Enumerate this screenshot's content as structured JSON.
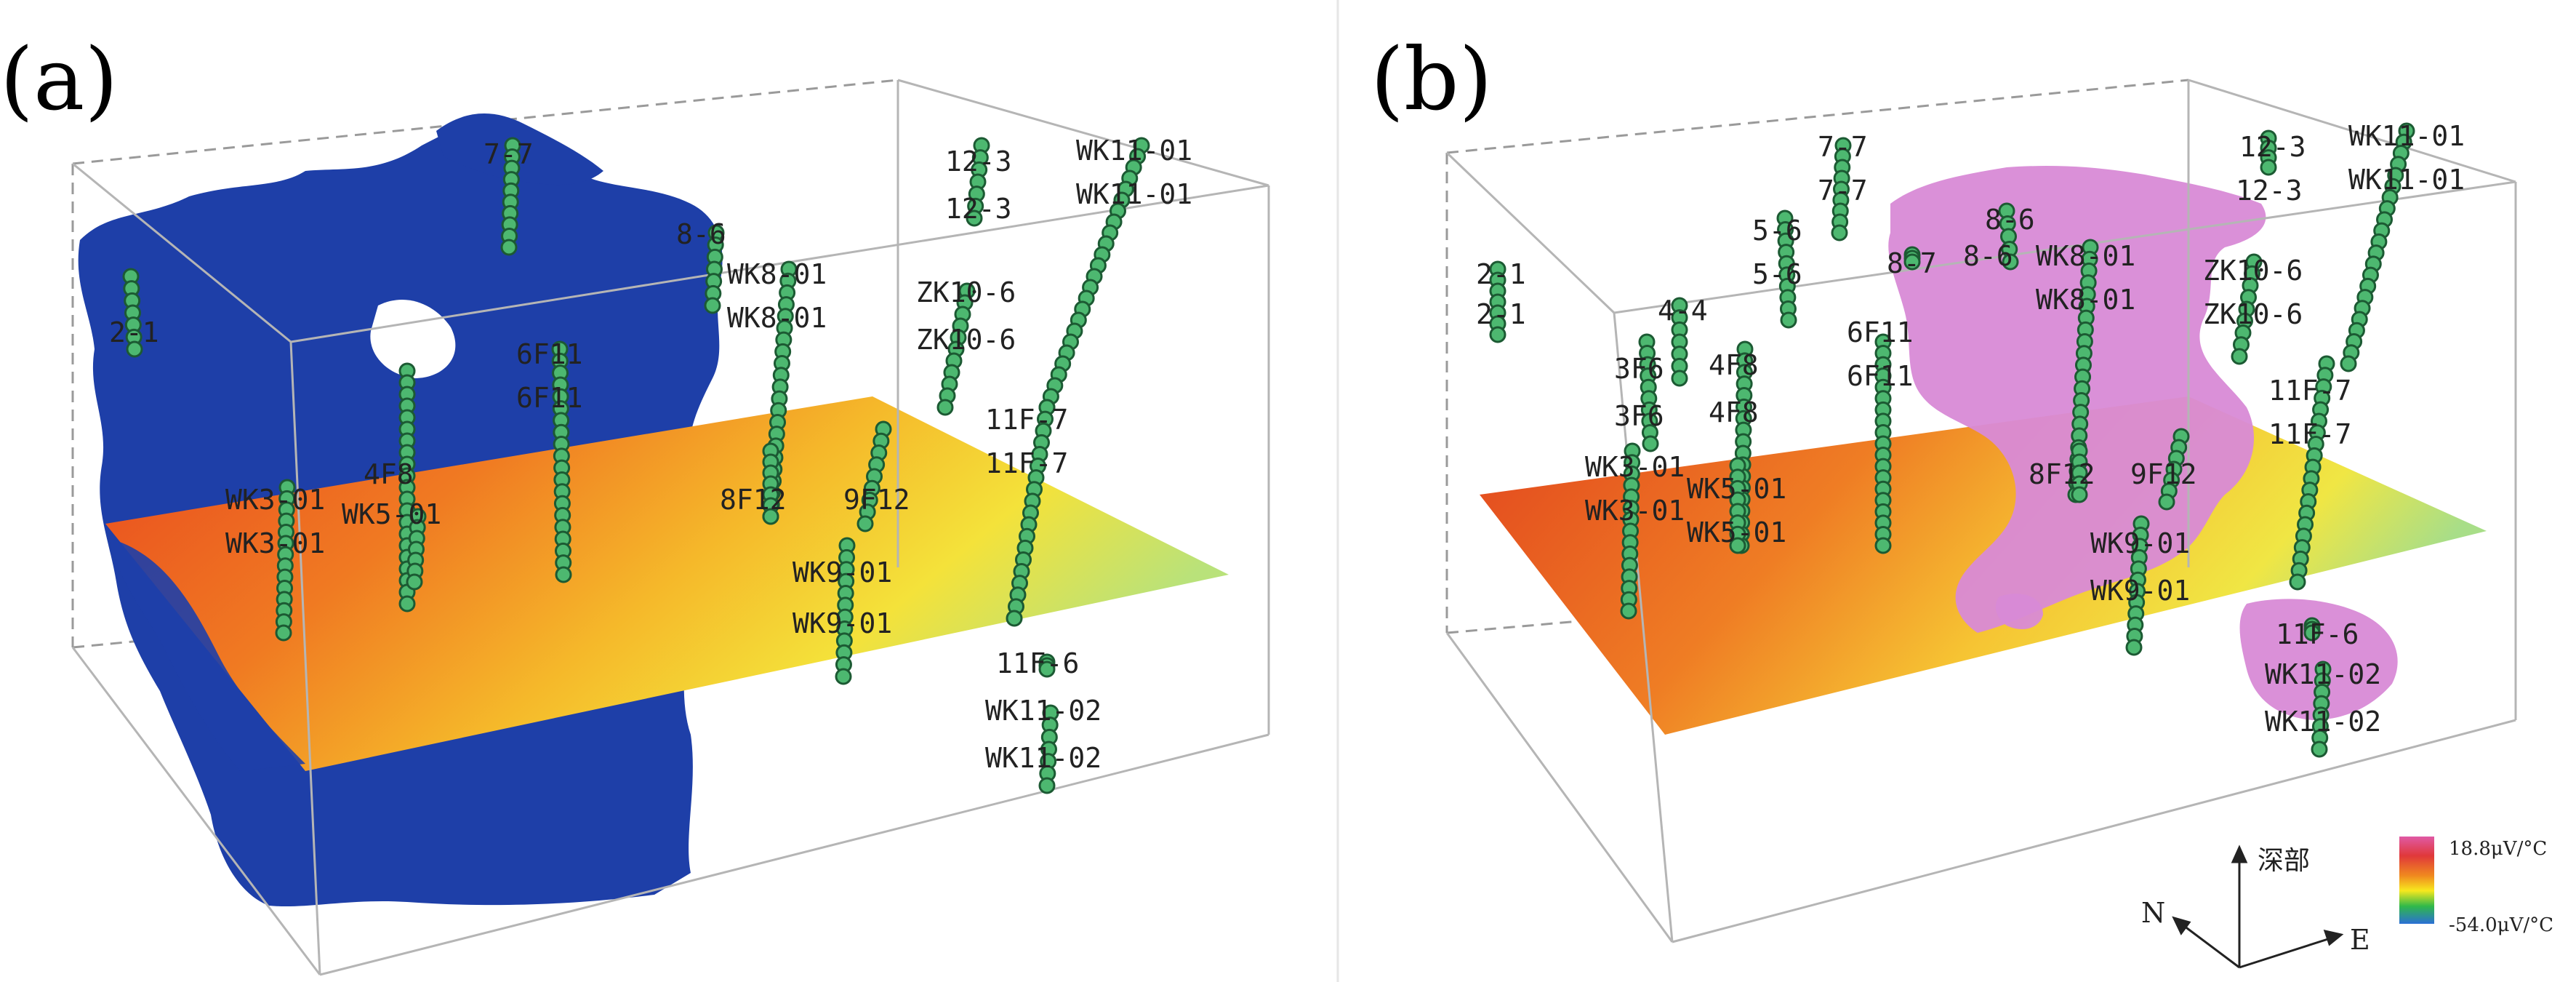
{
  "panels": [
    {
      "id": "a",
      "label": "(a)",
      "drillholes": [
        {
          "label": "7-7",
          "label2": ""
        },
        {
          "label": "12-3",
          "label2": "12-3"
        },
        {
          "label": "2-1",
          "label2": ""
        },
        {
          "label": "8-6",
          "label2": ""
        },
        {
          "label": "4F8",
          "label2": ""
        },
        {
          "label": "6F11",
          "label2": "6F11"
        },
        {
          "label": "WK8-01",
          "label2": "WK8-01"
        },
        {
          "label": "ZK10-6",
          "label2": "ZK10-6"
        },
        {
          "label": "WK11-01",
          "label2": "WK11-01"
        },
        {
          "label": "8F12",
          "label2": ""
        },
        {
          "label": "9F12",
          "label2": ""
        },
        {
          "label": "WK9-01",
          "label2": "WK9-01"
        },
        {
          "label": "11F-7",
          "label2": "11F-7"
        },
        {
          "label": "11F-6",
          "label2": ""
        },
        {
          "label": "WK11-02",
          "label2": "WK11-02"
        },
        {
          "label": "WK3-01",
          "label2": "WK3-01"
        },
        {
          "label": "WK5-01",
          "label2": ""
        }
      ]
    },
    {
      "id": "b",
      "label": "(b)",
      "drillholes": [
        {
          "label": "2-1",
          "label2": "2-1"
        },
        {
          "label": "4-4",
          "label2": ""
        },
        {
          "label": "7-7",
          "label2": "7-7"
        },
        {
          "label": "5-6",
          "label2": "5-6"
        },
        {
          "label": "12-3",
          "label2": "12-3"
        },
        {
          "label": "8-6",
          "label2": "8-6"
        },
        {
          "label": "8-7",
          "label2": ""
        },
        {
          "label": "3F6",
          "label2": "3F6"
        },
        {
          "label": "4F8",
          "label2": "4F8"
        },
        {
          "label": "6F11",
          "label2": "6F11"
        },
        {
          "label": "WK8-01",
          "label2": "WK8-01"
        },
        {
          "label": "ZK10-6",
          "label2": "ZK10-6"
        },
        {
          "label": "WK11-01",
          "label2": "WK11-01"
        },
        {
          "label": "8F12",
          "label2": ""
        },
        {
          "label": "9F12",
          "label2": ""
        },
        {
          "label": "WK3-01",
          "label2": "WK3-01"
        },
        {
          "label": "WK5-01",
          "label2": "WK5-01"
        },
        {
          "label": "WK9-01",
          "label2": "WK9-01"
        },
        {
          "label": "11F-7",
          "label2": "11F-7"
        },
        {
          "label": "11F-6",
          "label2": ""
        },
        {
          "label": "WK11-02",
          "label2": "WK11-02"
        }
      ]
    }
  ],
  "axes": {
    "up_label": "深部",
    "north_label": "N",
    "east_label": "E"
  },
  "colorbar": {
    "max_label": "18.8μV/°C",
    "min_label": "-54.0μV/°C",
    "colors": [
      "#e05aa5",
      "#e0383a",
      "#f08a1f",
      "#f7e81e",
      "#2fb84a",
      "#2b6fd6"
    ]
  },
  "colors": {
    "negative_body": "#1e3fa8",
    "positive_body": "#d88ad6",
    "drill_marker": "#4db870",
    "drill_marker_outline": "#1c5a33",
    "box_line": "#9a9a9a"
  }
}
